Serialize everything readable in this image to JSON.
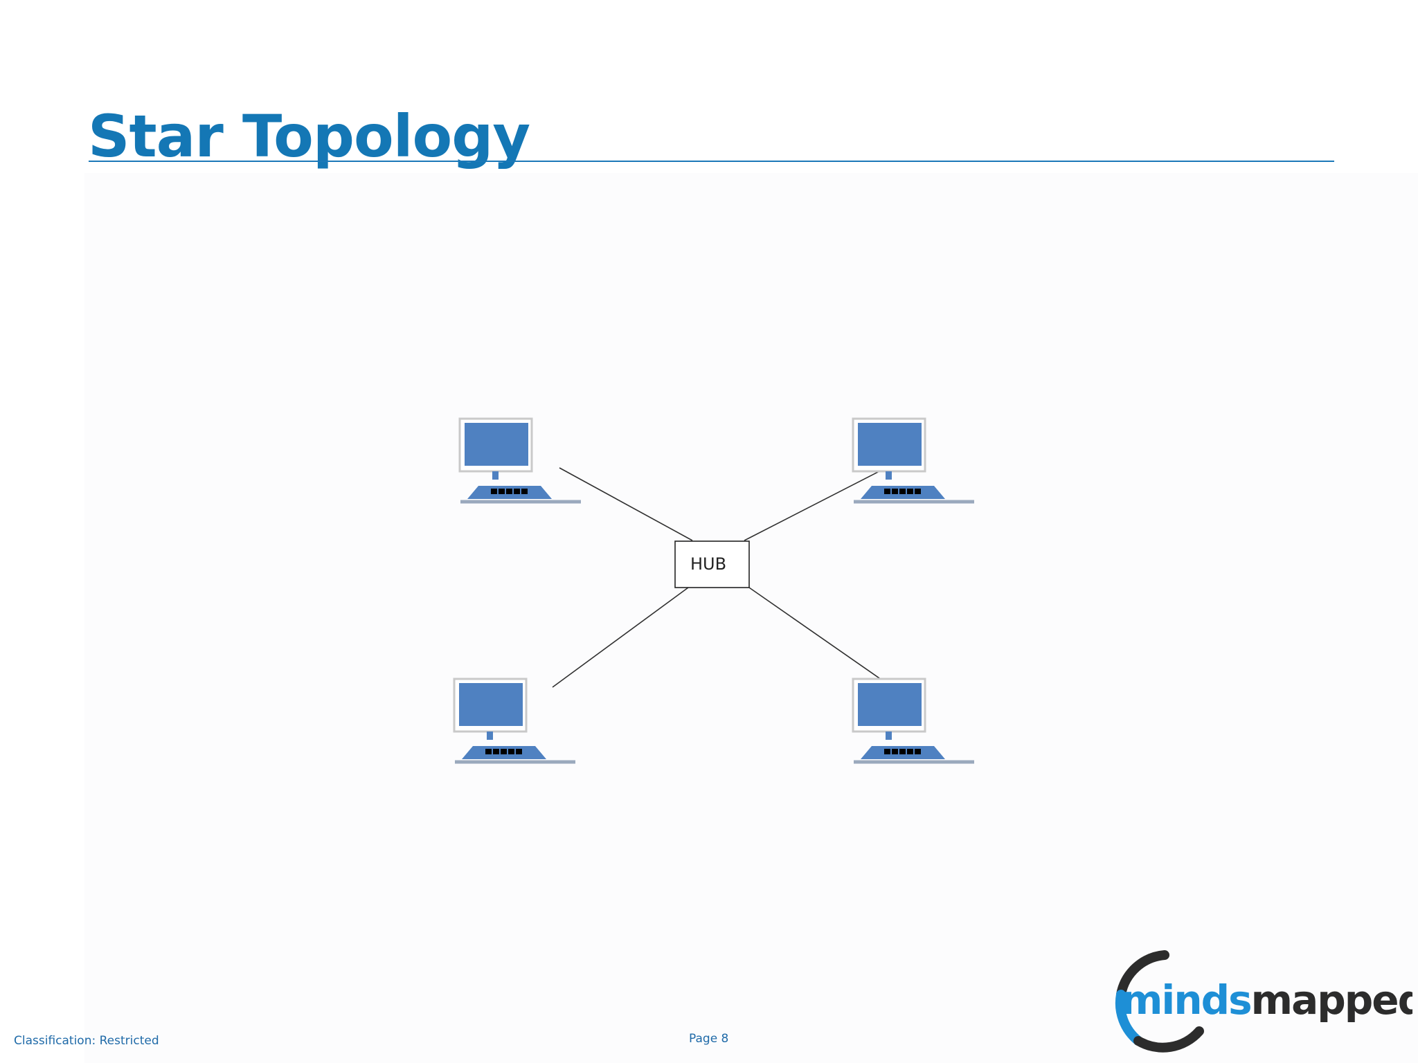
{
  "slide": {
    "title": "Star Topology",
    "classification": "Classification: Restricted",
    "page_label": "Page 8"
  },
  "diagram": {
    "hub_label": "HUB",
    "nodes": [
      "computer",
      "computer",
      "computer",
      "computer"
    ]
  },
  "logo": {
    "text_part1": "minds",
    "text_part2": "mapped"
  },
  "colors": {
    "title": "#1477b5",
    "monitor": "#4f81c1",
    "logo_blue": "#1e8fd6",
    "logo_dark": "#2c2c2c"
  }
}
